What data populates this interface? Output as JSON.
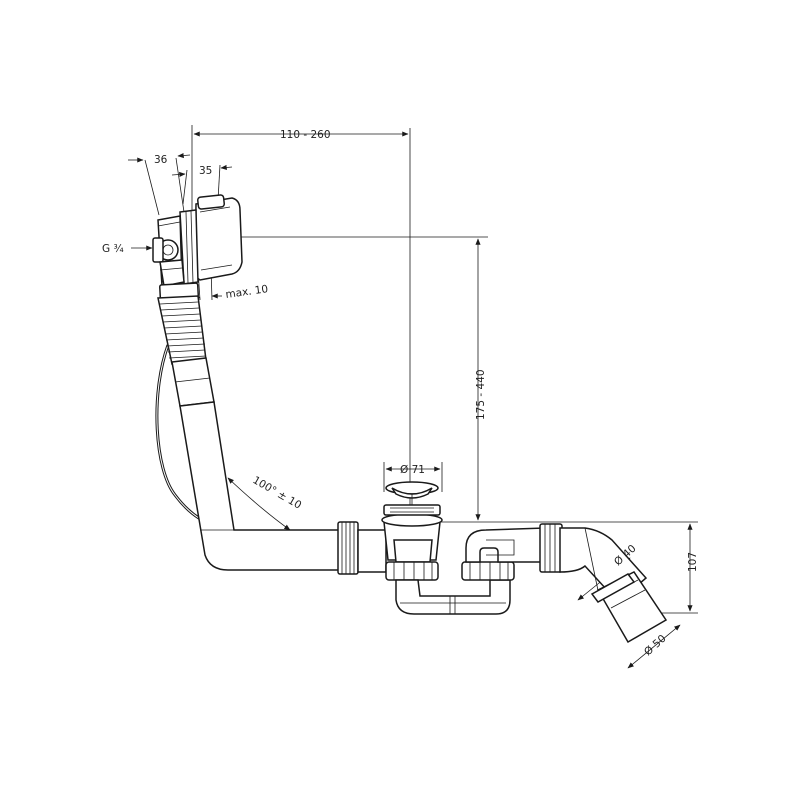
{
  "dimensions": {
    "horizontal_offset": "110 - 260",
    "width_36": "36",
    "width_35": "35",
    "thread": "G ¾",
    "max_10": "max. 10",
    "height_range": "175 - 440",
    "diameter_71": "Ø 71",
    "angle": "100° ± 10",
    "height_107": "107",
    "diameter_40": "Ø 40",
    "diameter_50": "Ø 50"
  }
}
